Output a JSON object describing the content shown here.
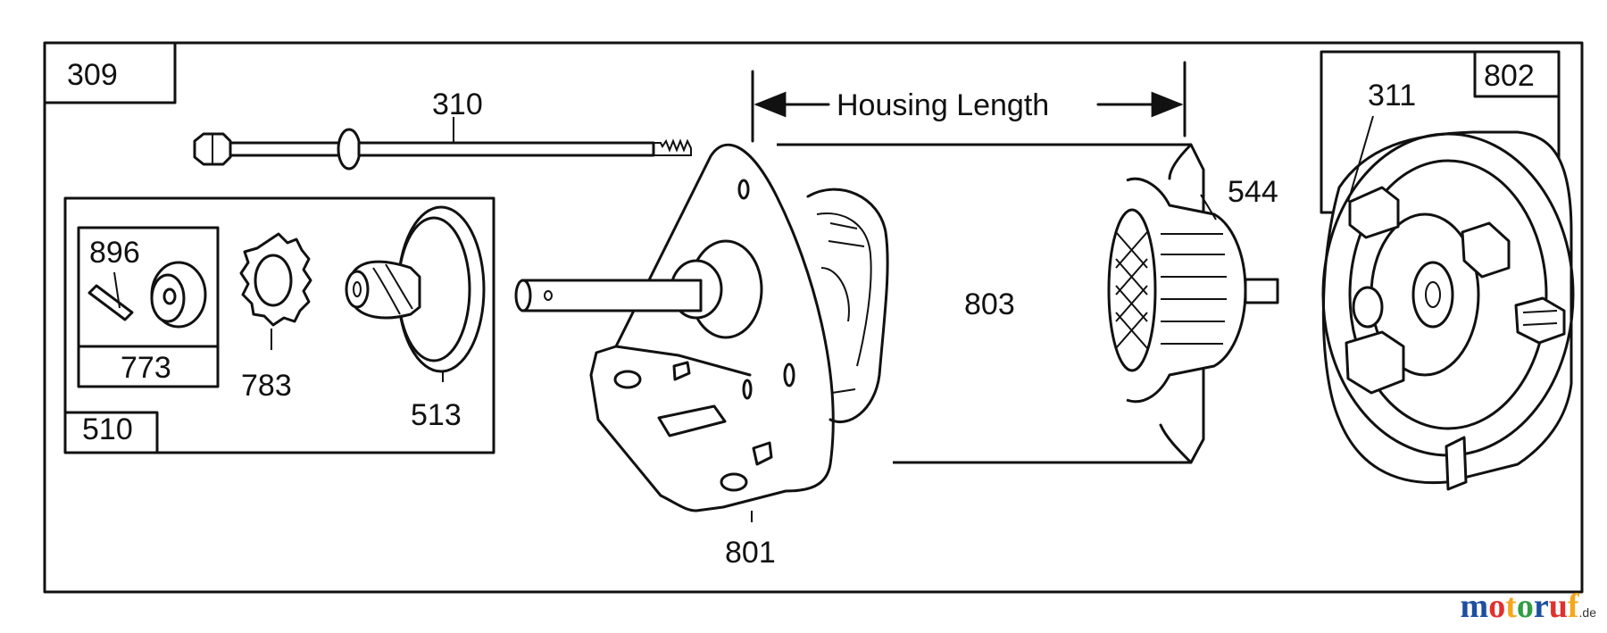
{
  "diagram": {
    "labels": {
      "assembly": "309",
      "bolt": "310",
      "kit": "510",
      "pin": "896",
      "collar": "773",
      "gear": "783",
      "drive": "513",
      "end_cap_drive": "801",
      "housing": "803",
      "armature": "544",
      "brush": "311",
      "end_cap_brush": "802",
      "dimension": "Housing Length"
    }
  },
  "watermark": {
    "letters": [
      "m",
      "o",
      "t",
      "o",
      "r",
      "u",
      "f"
    ],
    "colors": [
      "#1e4fa0",
      "#e0312f",
      "#f4a81d",
      "#2f9e44",
      "#1e4fa0",
      "#e0312f",
      "#f4a81d"
    ],
    "suffix": ".de"
  }
}
